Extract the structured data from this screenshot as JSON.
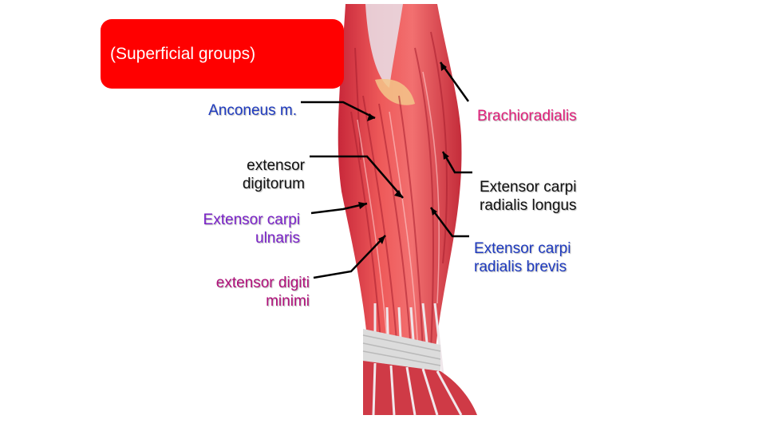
{
  "title": "(Superficial groups)",
  "labels": {
    "anconeus": "Anconeus m.",
    "extensor_digitorum_1": "extensor",
    "extensor_digitorum_2": "digitorum",
    "ecu_1": "Extensor carpi",
    "ecu_2": "ulnaris",
    "edm_1": "extensor digiti",
    "edm_2": "minimi",
    "brachioradialis": "Brachioradialis",
    "ecrl_1": "Extensor carpi",
    "ecrl_2": "radialis longus",
    "ecrb_1": "Extensor carpi",
    "ecrb_2": "radialis brevis"
  },
  "colors": {
    "title_box": "#ff0000",
    "title_text": "#ffffff",
    "anconeus": "#1f3bbf",
    "extensor_digitorum": "#111111",
    "ecu": "#7a22c8",
    "edm": "#b0107a",
    "brachioradialis": "#e0207a",
    "ecrl": "#111111",
    "ecrb": "#1f3bbf"
  }
}
